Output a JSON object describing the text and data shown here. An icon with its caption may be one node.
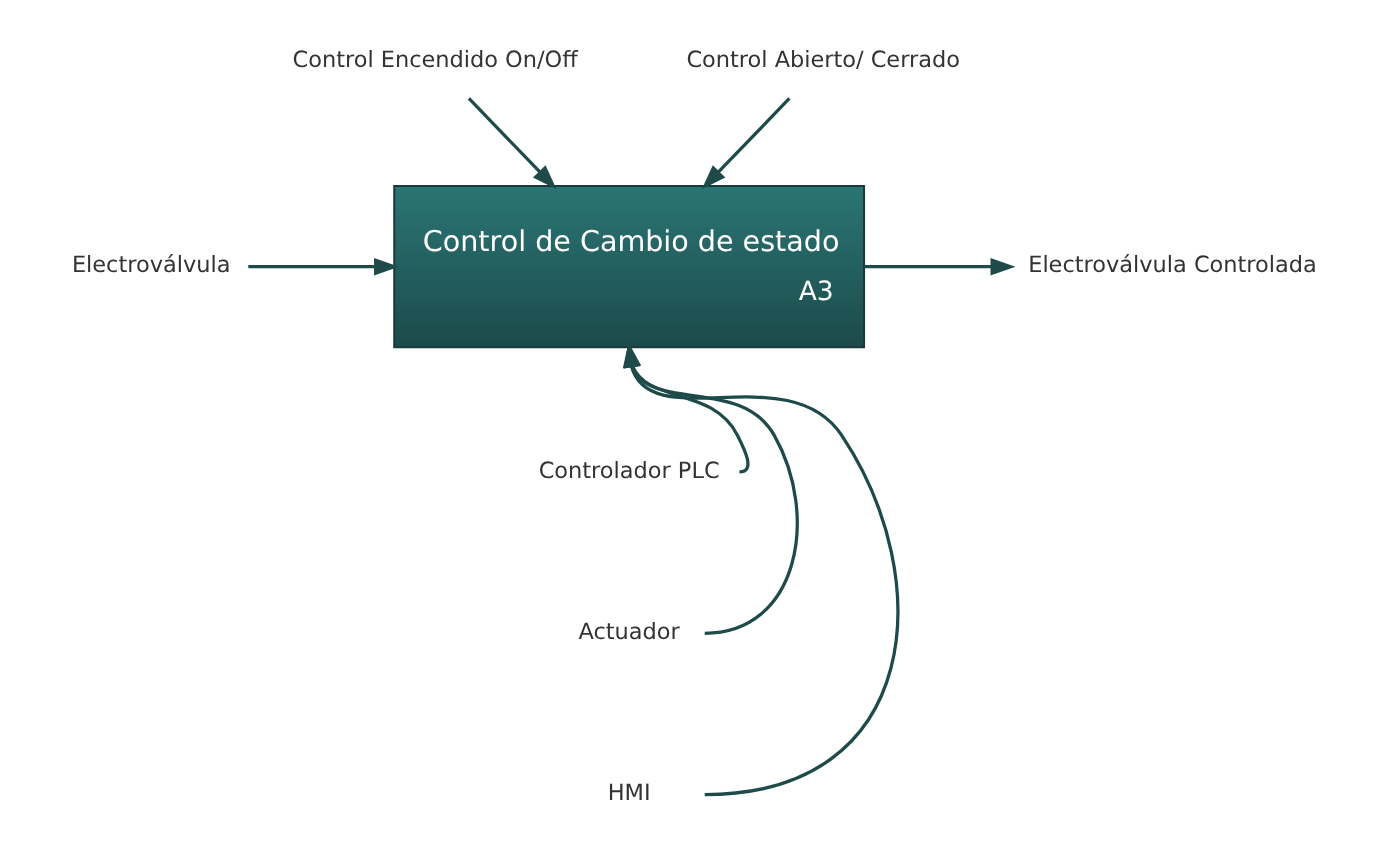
{
  "diagram": {
    "nodes": [
      {
        "text": [
          "Control de Cambio de estado",
          "A3"
        ]
      },
      {
        "text": [
          "Control Encendido On/Off"
        ]
      },
      {
        "text": [
          "Control Abierto/ Cerrado"
        ]
      },
      {
        "text": [
          "Electroválvula"
        ]
      },
      {
        "text": [
          "Electroválvula Controlada"
        ]
      },
      {
        "text": [
          "Controlador PLC"
        ]
      },
      {
        "text": [
          "Actuador"
        ]
      },
      {
        "text": [
          "HMI"
        ]
      }
    ],
    "edges": [
      {
        "from": 1,
        "to": 0,
        "arrow": "to"
      },
      {
        "from": 2,
        "to": 0,
        "arrow": "to"
      },
      {
        "from": 3,
        "to": 0,
        "arrow": "to"
      },
      {
        "from": 0,
        "to": 4,
        "arrow": "to"
      },
      {
        "from": 5,
        "to": 0,
        "arrow": "to"
      },
      {
        "from": 6,
        "to": 0,
        "arrow": "to"
      },
      {
        "from": 7,
        "to": 0,
        "arrow": "to"
      }
    ]
  }
}
